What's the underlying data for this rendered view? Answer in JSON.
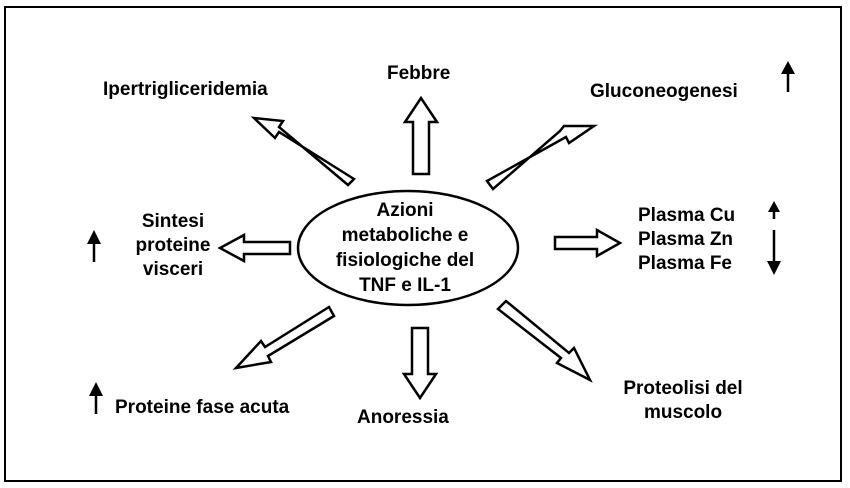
{
  "center": {
    "lines": [
      "Azioni",
      "metaboliche e",
      "fisiologiche del",
      "TNF e IL-1"
    ]
  },
  "effects": {
    "ipertrigliceridemia": "Ipertrigliceridemia",
    "febbre": "Febbre",
    "gluconeogenesi": "Gluconeogenesi",
    "sintesi_proteine_visceri": [
      "Sintesi",
      "proteine",
      "visceri"
    ],
    "plasma": [
      "Plasma Cu",
      "Plasma Zn",
      "Plasma Fe"
    ],
    "proteine_fase_acuta": "Proteine fase acuta",
    "anoressia": "Anoressia",
    "proteolisi_muscolo": [
      "Proteolisi del",
      "muscolo"
    ]
  },
  "indicators": {
    "gluconeogenesi": "up",
    "sintesi_proteine_visceri": "up",
    "plasma_cu": "up",
    "plasma_zn_fe": "down",
    "proteine_fase_acuta": "up"
  },
  "colors": {
    "stroke": "#000000",
    "fill": "#ffffff"
  }
}
